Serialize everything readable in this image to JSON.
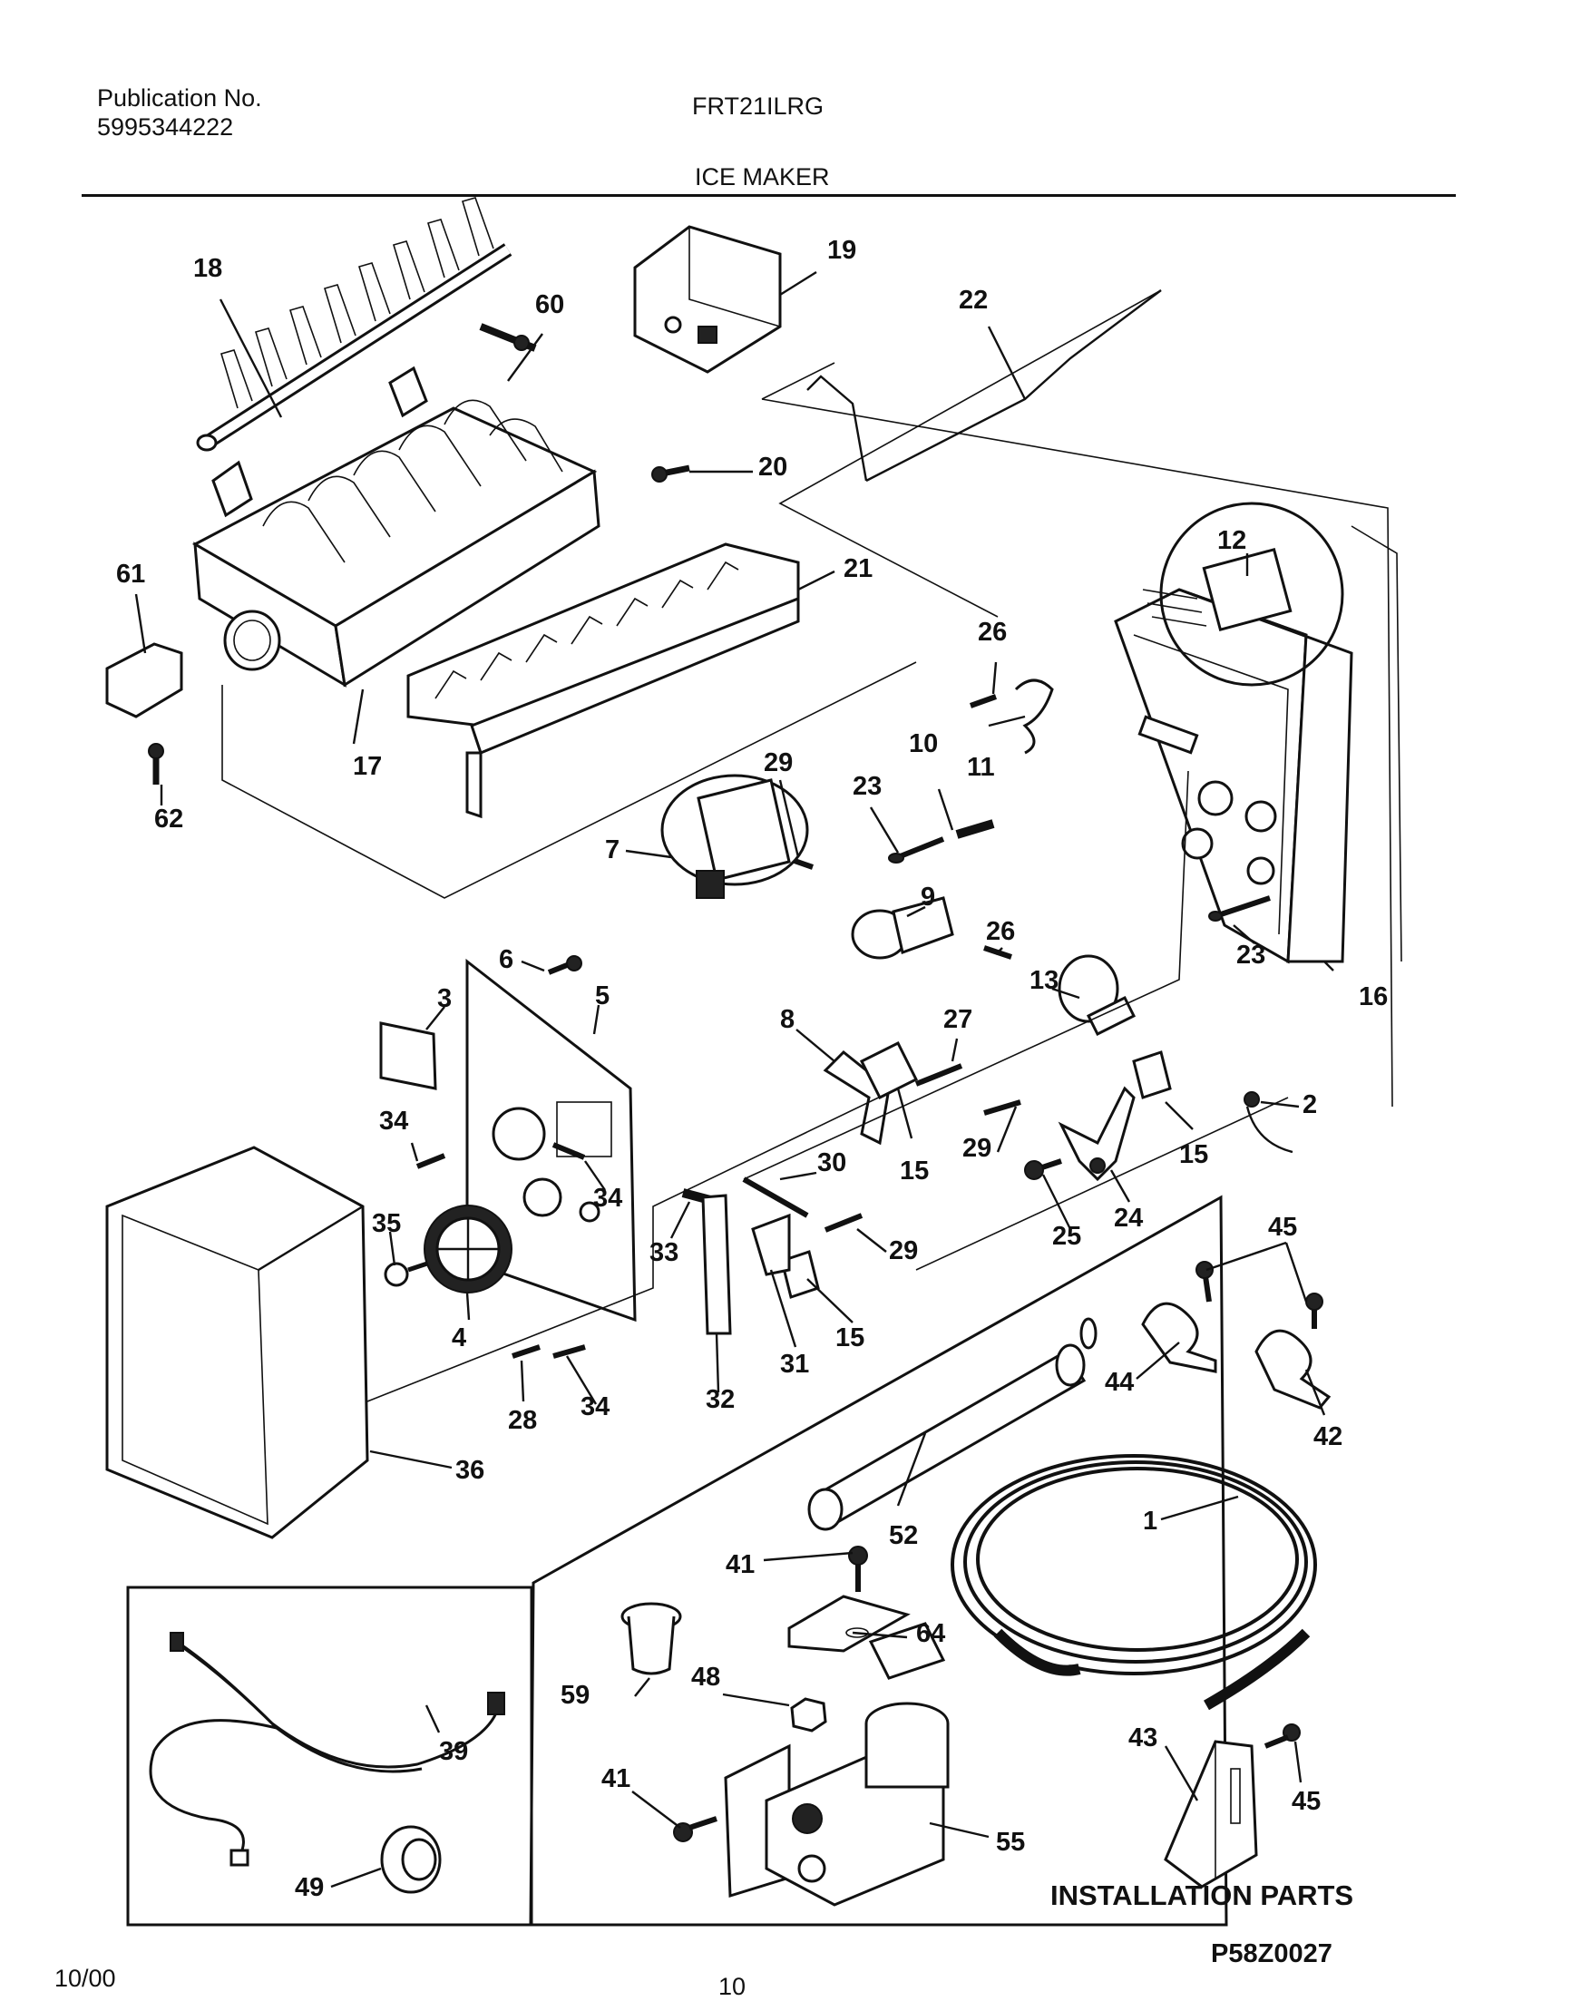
{
  "header": {
    "publication_label": "Publication No.",
    "publication_number": "5995344222",
    "model": "FRT21ILRG",
    "section": "ICE MAKER"
  },
  "footer": {
    "date": "10/00",
    "page": "10",
    "diagram_code": "P58Z0027"
  },
  "installation_label": "INSTALLATION PARTS",
  "callouts": [
    {
      "id": "18",
      "text": "18"
    },
    {
      "id": "60",
      "text": "60"
    },
    {
      "id": "19",
      "text": "19"
    },
    {
      "id": "22",
      "text": "22"
    },
    {
      "id": "20",
      "text": "20"
    },
    {
      "id": "21",
      "text": "21"
    },
    {
      "id": "61",
      "text": "61"
    },
    {
      "id": "17",
      "text": "17"
    },
    {
      "id": "62",
      "text": "62"
    },
    {
      "id": "12",
      "text": "12"
    },
    {
      "id": "26a",
      "text": "26"
    },
    {
      "id": "11",
      "text": "11"
    },
    {
      "id": "29a",
      "text": "29"
    },
    {
      "id": "10",
      "text": "10"
    },
    {
      "id": "23a",
      "text": "23"
    },
    {
      "id": "7",
      "text": "7"
    },
    {
      "id": "9",
      "text": "9"
    },
    {
      "id": "26b",
      "text": "26"
    },
    {
      "id": "13",
      "text": "13"
    },
    {
      "id": "23b",
      "text": "23"
    },
    {
      "id": "16",
      "text": "16"
    },
    {
      "id": "3",
      "text": "3"
    },
    {
      "id": "6",
      "text": "6"
    },
    {
      "id": "5",
      "text": "5"
    },
    {
      "id": "8",
      "text": "8"
    },
    {
      "id": "27",
      "text": "27"
    },
    {
      "id": "2",
      "text": "2"
    },
    {
      "id": "34a",
      "text": "34"
    },
    {
      "id": "15a",
      "text": "15"
    },
    {
      "id": "29b",
      "text": "29"
    },
    {
      "id": "15b",
      "text": "15"
    },
    {
      "id": "30",
      "text": "30"
    },
    {
      "id": "35",
      "text": "35"
    },
    {
      "id": "34b",
      "text": "34"
    },
    {
      "id": "33",
      "text": "33"
    },
    {
      "id": "24",
      "text": "24"
    },
    {
      "id": "25",
      "text": "25"
    },
    {
      "id": "29c",
      "text": "29"
    },
    {
      "id": "45a",
      "text": "45"
    },
    {
      "id": "4",
      "text": "4"
    },
    {
      "id": "15c",
      "text": "15"
    },
    {
      "id": "31",
      "text": "31"
    },
    {
      "id": "28",
      "text": "28"
    },
    {
      "id": "34c",
      "text": "34"
    },
    {
      "id": "32",
      "text": "32"
    },
    {
      "id": "44",
      "text": "44"
    },
    {
      "id": "42",
      "text": "42"
    },
    {
      "id": "36",
      "text": "36"
    },
    {
      "id": "1",
      "text": "1"
    },
    {
      "id": "52",
      "text": "52"
    },
    {
      "id": "41a",
      "text": "41"
    },
    {
      "id": "64",
      "text": "64"
    },
    {
      "id": "59",
      "text": "59"
    },
    {
      "id": "48",
      "text": "48"
    },
    {
      "id": "39",
      "text": "39"
    },
    {
      "id": "43",
      "text": "43"
    },
    {
      "id": "41b",
      "text": "41"
    },
    {
      "id": "45b",
      "text": "45"
    },
    {
      "id": "55",
      "text": "55"
    },
    {
      "id": "49",
      "text": "49"
    }
  ]
}
